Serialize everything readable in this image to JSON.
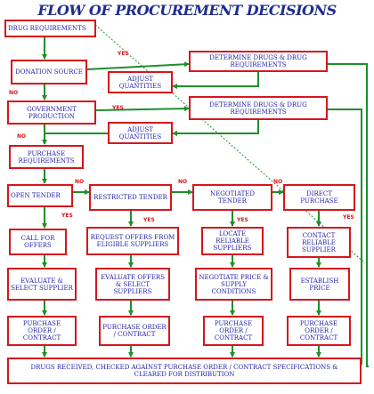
{
  "title": "FLOW OF PROCUREMENT DECISIONS",
  "nodes": {
    "drug_requirements": "DRUG REQUIREMENTS",
    "donation_source": "DONATION SOURCE",
    "determine_1": "DETERMINE DRUGS & DRUG REQUIREMENTS",
    "adjust_1": "ADJUST QUANTITIES",
    "government_production": "GOVERNMENT PRODUCTION",
    "determine_2": "DETERMINE DRUGS & DRUG REQUIREMENTS",
    "adjust_2": "ADJUST QUANTITIES",
    "purchase_requirements": "PURCHASE REQUIREMENTS",
    "open_tender": "OPEN TENDER",
    "restricted_tender": "RESTRICTED TENDER",
    "negotiated_tender": "NEGOTIATED TENDER",
    "direct_purchase": "DIRECT PURCHASE",
    "call_for_offers": "CALL FOR OFFERS",
    "request_offers": "REQUEST OFFERS FROM ELIGIBLE SUPPLIERS",
    "locate_suppliers": "LOCATE RELIABLE SUPPLIERS",
    "contact_supplier": "CONTACT RELIABLE SUPPLIER",
    "evaluate_select": "EVALUATE & SELECT SUPPLIER",
    "evaluate_offers": "EVALUATE OFFERS & SELECT SUPPLIERS",
    "negotiate_price": "NEGOTIATE PRICE & SUPPLY CONDITIONS",
    "establish_price": "ESTABLISH PRICE",
    "po_1": "PURCHASE ORDER / CONTRACT",
    "po_2": "PURCHASE ORDER / CONTRACT",
    "po_3": "PURCHASE ORDER / CONTRACT",
    "po_4": "PURCHASE ORDER / CONTRACT",
    "drugs_received": "DRUGS RECEIVED, CHECKED AGAINST PURCHASE ORDER / CONTRACT SPECIFICATIONS & CLEARED FOR DISTRIBUTION"
  },
  "labels": {
    "yes": "YES",
    "no": "NO"
  },
  "colors": {
    "title": "#1f2c8f",
    "box_border": "#d6161c",
    "box_text": "#2323a8",
    "connector": "#1d8f2b",
    "label": "#d6161c"
  }
}
